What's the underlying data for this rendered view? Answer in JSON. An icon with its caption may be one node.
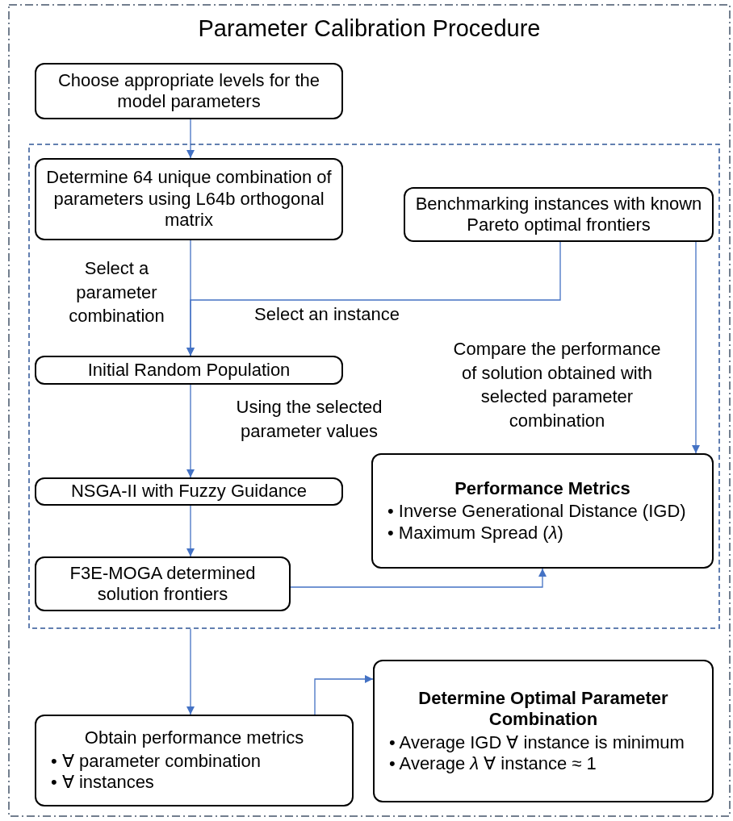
{
  "diagram": {
    "nodes": [
      {
        "text": [
          "Parameter Calibration Procedure"
        ]
      },
      {
        "text": [
          "Choose appropriate levels for the model parameters"
        ],
        "in": 0
      },
      {
        "text": [],
        "shape": "box",
        "in": 0
      },
      {
        "text": [
          "Determine 64 unique combination of parameters using L64b orthogonal matrix"
        ],
        "in": 2
      },
      {
        "text": [
          "Benchmarking instances with known Pareto optimal frontiers"
        ],
        "in": 2
      },
      {
        "text": [
          "Initial Random Population"
        ],
        "in": 2
      },
      {
        "text": [
          "NSGA-II with Fuzzy Guidance"
        ],
        "in": 2
      },
      {
        "text": [
          "F3E-MOGA determined solution frontiers"
        ],
        "in": 2
      },
      {
        "text": [
          "Performance Metrics",
          "• Inverse Generational Distance (IGD)",
          "• Maximum Spread (*λ*)"
        ],
        "in": 2
      },
      {
        "text": [
          "Obtain performance metrics",
          "• ∀ parameter combination",
          "• ∀ instances"
        ],
        "in": 0
      },
      {
        "text": [
          "Determine Optimal Parameter Combination",
          "• Average IGD ∀ instance is minimum",
          "• Average *λ* ∀ instance ≈ 1"
        ],
        "in": 0
      }
    ],
    "edges": [
      {
        "from": 1,
        "to": 3,
        "arrow": "to"
      },
      {
        "from": 3,
        "to": 5,
        "arrow": "to",
        "label": "Select a parameter combination"
      },
      {
        "from": 4,
        "to": 5,
        "arrow": "to",
        "label": "Select an instance"
      },
      {
        "from": 4,
        "to": 8,
        "arrow": "to",
        "label": "Compare the performance of solution obtained with selected parameter combination"
      },
      {
        "from": 5,
        "to": 6,
        "arrow": "to",
        "label": "Using the selected parameter values"
      },
      {
        "from": 6,
        "to": 7,
        "arrow": "to"
      },
      {
        "from": 7,
        "to": 8,
        "arrow": "to"
      },
      {
        "from": 2,
        "to": 9,
        "arrow": "to"
      },
      {
        "from": 9,
        "to": 10,
        "arrow": "to"
      }
    ]
  }
}
